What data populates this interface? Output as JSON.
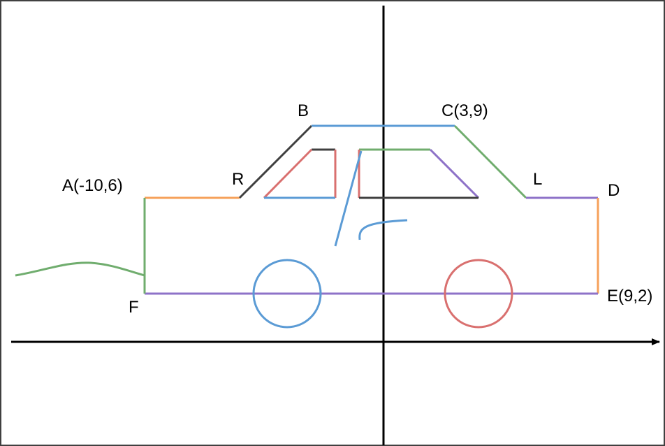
{
  "diagram": {
    "points": {
      "a": "A(-10,6)",
      "b": "B",
      "c": "C(3,9)",
      "d": "D",
      "e": "E(9,2)",
      "f": "F",
      "l": "L",
      "r": "R"
    },
    "colors": {
      "frame": "#404040",
      "axis": "#000000",
      "blue": "#5b9bd5",
      "orange": "#f6a15a",
      "green": "#70ad6e",
      "purple": "#8e72c8",
      "red": "#d9706f",
      "dark": "#404040"
    }
  }
}
